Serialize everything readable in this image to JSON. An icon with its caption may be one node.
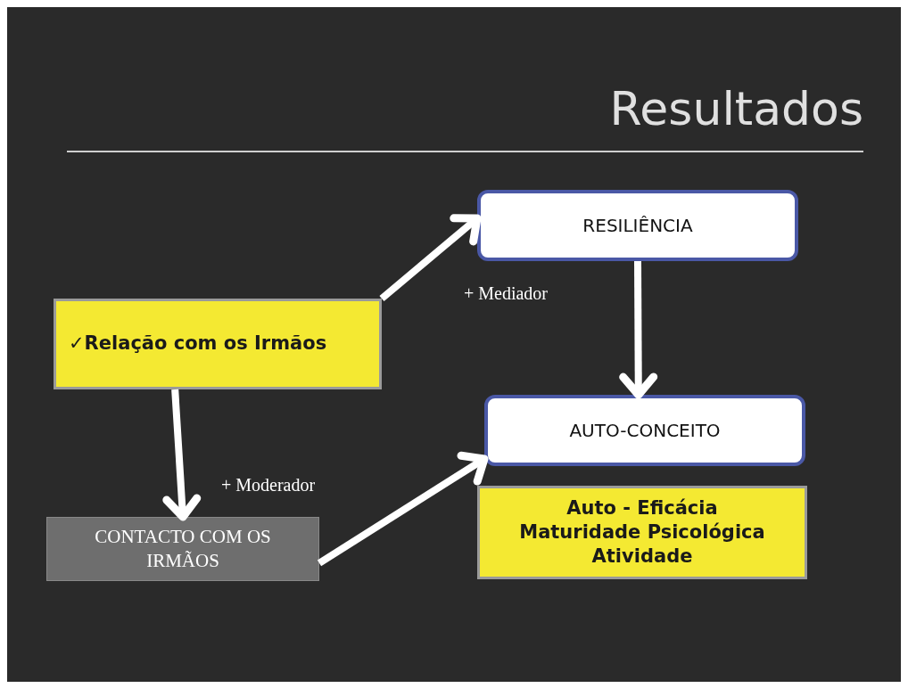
{
  "diagram": {
    "title": "Resultados",
    "nodes": [
      {
        "text": [
          "✓Relação com os Irmãos"
        ]
      },
      {
        "text": [
          "RESILIÊNCIA"
        ]
      },
      {
        "text": [
          "AUTO-CONCEITO"
        ]
      },
      {
        "text": [
          "Auto - Eficácia",
          "Maturidade Psicológica",
          "Atividade"
        ]
      },
      {
        "text": [
          "CONTACTO COM OS IRMÃOS"
        ]
      }
    ],
    "edges": [
      {
        "from": 0,
        "to": 1,
        "arrow": "to",
        "label": "+ Mediador"
      },
      {
        "from": 1,
        "to": 2,
        "arrow": "to"
      },
      {
        "from": 0,
        "to": 4,
        "arrow": "to",
        "label": "+ Moderador"
      },
      {
        "from": 4,
        "to": 2,
        "arrow": "to"
      }
    ]
  }
}
